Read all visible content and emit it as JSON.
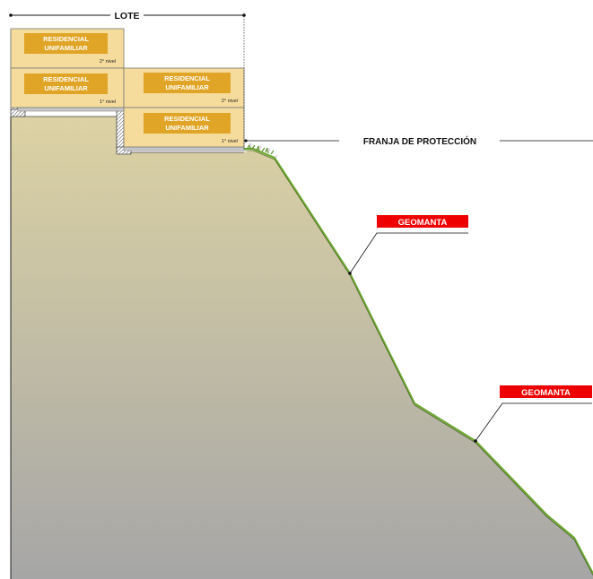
{
  "title": "LOTE",
  "buildings": [
    {
      "floors": [
        {
          "label_line1": "RESIDENCIAL",
          "label_line2": "UNIFAMILIAR",
          "level": "2° nivel"
        },
        {
          "label_line1": "RESIDENCIAL",
          "label_line2": "UNIFAMILIAR",
          "level": "1° nivel"
        }
      ]
    },
    {
      "floors": [
        {
          "label_line1": "RESIDENCIAL",
          "label_line2": "UNIFAMILIAR",
          "level": "2° nivel"
        },
        {
          "label_line1": "RESIDENCIAL",
          "label_line2": "UNIFAMILIAR",
          "level": "1° nivel"
        }
      ]
    }
  ],
  "callouts": {
    "protection_strip": "FRANJA DE PROTECCIÓN",
    "geomanta_upper": "GEOMANTA",
    "geomanta_lower": "GEOMANTA"
  },
  "colors": {
    "building_fill": "#f5dc9c",
    "label_box": "#e0a526",
    "geomanta_tag": "#ee0000",
    "geomanta_line": "#6ea832",
    "ground_top": "#dcd2a4",
    "ground_bottom": "#a6a6a6"
  }
}
